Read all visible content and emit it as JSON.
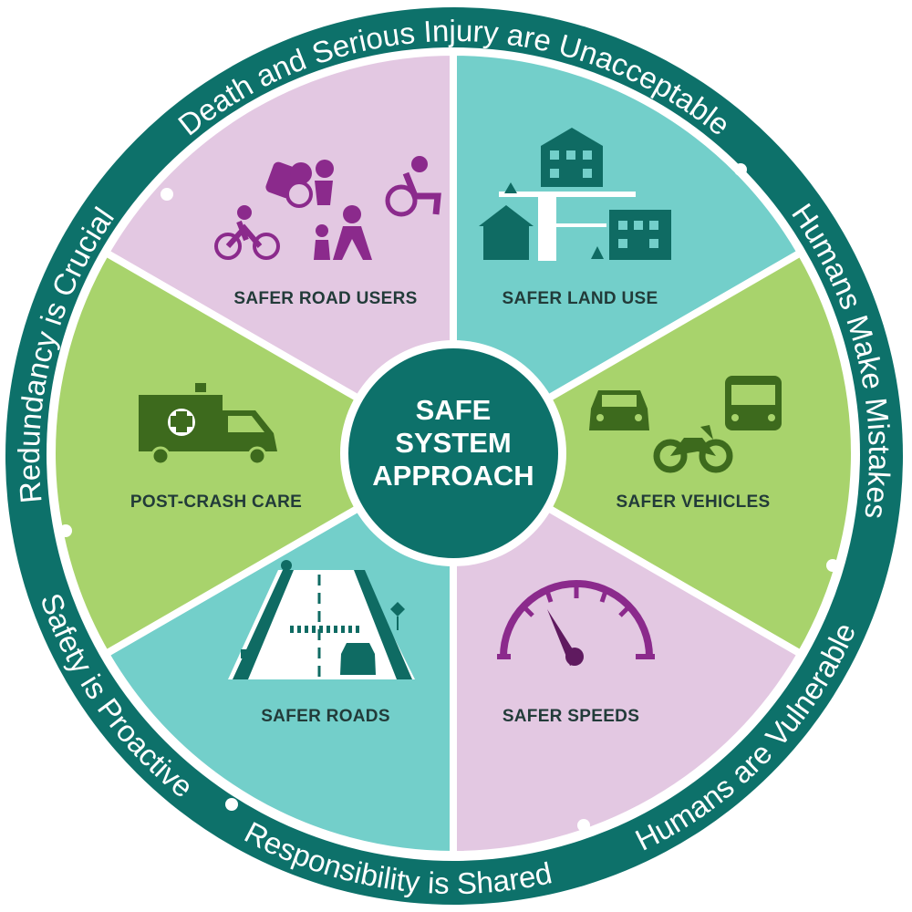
{
  "center": {
    "lines": [
      "SAFE",
      "SYSTEM",
      "APPROACH"
    ]
  },
  "principles": [
    {
      "text": "Death and Serious Injury are Unacceptable"
    },
    {
      "text": "Humans Make Mistakes"
    },
    {
      "text": "Humans are Vulnerable"
    },
    {
      "text": "Responsibility is Shared"
    },
    {
      "text": "Safety is Proactive"
    },
    {
      "text": "Redundancy is Crucial"
    }
  ],
  "elements": [
    {
      "label": "SAFER ROAD USERS",
      "icon": "road-users-icon"
    },
    {
      "label": "SAFER LAND USE",
      "icon": "land-use-icon"
    },
    {
      "label": "SAFER VEHICLES",
      "icon": "vehicles-icon"
    },
    {
      "label": "SAFER SPEEDS",
      "icon": "speedometer-icon"
    },
    {
      "label": "SAFER ROADS",
      "icon": "roads-icon"
    },
    {
      "label": "POST-CRASH CARE",
      "icon": "ambulance-icon"
    }
  ],
  "colors": {
    "ring": "#0d716a",
    "pink": "#e3c8e2",
    "teal": "#73cfca",
    "green": "#a8d36c",
    "purple_icon": "#8b2a8c",
    "teal_icon": "#0f6b63",
    "green_icon": "#3d6a1d"
  }
}
